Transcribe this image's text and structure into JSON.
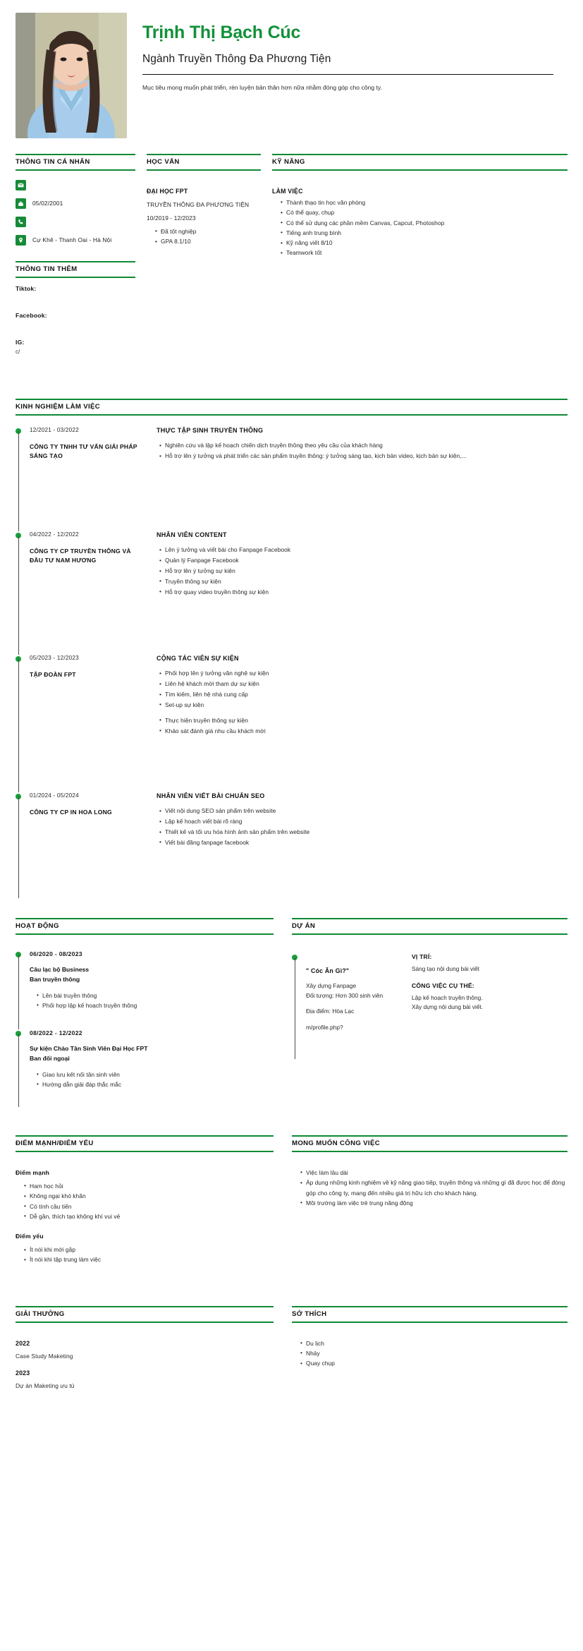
{
  "theme": {
    "accent_green": "#0f8a36",
    "name_green": "#13913a",
    "dot_green": "#17a03c",
    "text_dark": "#111111"
  },
  "header": {
    "full_name": "Trịnh Thị Bạch Cúc",
    "job_title": "Ngành Truyền Thông Đa Phương Tiện",
    "summary": "Mục tiêu mong muốn phát triển, rèn luyện bản thân hơn nữa nhằm đóng góp cho công ty."
  },
  "personal_info": {
    "heading": "THÔNG TIN CÁ NHÂN",
    "rows": [
      {
        "icon": "envelope-icon",
        "label": "email",
        "value": ""
      },
      {
        "icon": "cake-icon",
        "label": "birthday",
        "value": "05/02/2001"
      },
      {
        "icon": "phone-icon",
        "label": "phone",
        "value": ""
      },
      {
        "icon": "location-pin-icon",
        "label": "address",
        "value": "Cự Khê - Thanh Oai - Hà Nội"
      }
    ]
  },
  "extra_info": {
    "heading": "THÔNG TIN THÊM",
    "items": [
      {
        "label": "Tiktok:",
        "value": ""
      },
      {
        "label": "Facebook:",
        "value": ""
      },
      {
        "label": "IG:",
        "value": ""
      },
      {
        "label": "",
        "value": "c/"
      }
    ]
  },
  "education": {
    "heading": "HỌC VẤN",
    "school": "ĐẠI HỌC FPT",
    "major": "TRUYỀN THÔNG ĐA PHƯƠNG TIỆN",
    "dates": "10/2019 - 12/2023",
    "bullets": [
      "Đã tốt nghiệp",
      "GPA 8.1/10"
    ]
  },
  "skills": {
    "heading": "KỸ NĂNG",
    "group_title": "LÀM VIỆC",
    "items": [
      "Thành thạo tin học văn phòng",
      "Có thể quay, chụp",
      "Có thể sử dụng các phần mềm Canvas, Capcut, Photoshop",
      "Tiếng anh trung bình",
      "Kỹ năng viết 8/10",
      "Teamwork tốt"
    ]
  },
  "experience": {
    "heading": "KINH NGHIỆM LÀM VIỆC",
    "items": [
      {
        "dates": "12/2021 - 03/2022",
        "org": "CÔNG TY TNHH TƯ VẤN GIẢI PHÁP SÁNG TẠO",
        "role": "THỰC TẬP SINH TRUYỀN THÔNG",
        "bullets": [
          "Nghiên cứu và lập kế hoạch chiến dịch truyền thông theo yêu cầu của khách hàng",
          "Hỗ trợ lên ý tưởng và phát triển các sản phẩm truyền thông: ý tưởng sáng tạo, kịch bản video, kịch bản sự kiện,..."
        ]
      },
      {
        "dates": "04/2022 - 12/2022",
        "org": "CÔNG TY CP TRUYỀN THÔNG VÀ ĐẦU TƯ NAM HƯƠNG",
        "role": "NHÂN VIÊN CONTENT",
        "bullets": [
          "Lên ý tưởng và viết bài cho Fanpage Facebook",
          "Quản lý Fanpage Facebook",
          "Hỗ trợ lên ý tưởng sự kiện",
          "Truyền thông sự kiện",
          "Hỗ trợ quay video truyền thông sự kiện"
        ]
      },
      {
        "dates": "05/2023 - 12/2023",
        "org": "TẬP ĐOÀN FPT",
        "role": "CỘNG TÁC VIÊN SỰ KIỆN",
        "bullets": [
          "Phối hợp lên ý tưởng văn nghệ sự kiện",
          "Liên hệ khách mời tham dự sự kiện",
          "Tìm kiếm, liên hệ nhà cung cấp",
          "Set-up sự kiện"
        ],
        "bullets2": [
          "Thực hiện truyền thông sự kiện",
          "Khảo sát đánh giá nhu cầu khách mời"
        ]
      },
      {
        "dates": "01/2024 - 05/2024",
        "org": "CÔNG TY CP IN HOA LONG",
        "role": "NHÂN VIÊN VIẾT BÀI CHUẨN SEO",
        "bullets": [
          "Viết nội dung SEO sản phẩm trên website",
          "Lập kế hoạch viết bài rõ ràng",
          "Thiết kế và tối ưu hóa hình ảnh sản phẩm trên website",
          "Viết bài đăng fanpage facebook"
        ]
      }
    ]
  },
  "activities": {
    "heading": "HOẠT ĐỘNG",
    "items": [
      {
        "dates": "06/2020 - 08/2023",
        "name_line1": "Câu lạc bộ Business",
        "name_line2": "Ban truyền thông",
        "bullets": [
          "Lên bài truyền thông",
          "Phối hợp lập kế hoạch truyền thông"
        ]
      },
      {
        "dates": "08/2022 - 12/2022",
        "name_line1": "Sự kiện Chào Tân Sinh Viên Đại Học FPT",
        "name_line2": "Ban đối ngoại",
        "bullets": [
          "Giao lưu kết nối tân sinh viên",
          "Hướng dẫn giải đáp thắc mắc"
        ]
      }
    ]
  },
  "projects": {
    "heading": "DỰ ÁN",
    "item": {
      "title": "\" Cóc Ăn Gì?\"",
      "lines": [
        "Xây dựng Fanpage",
        "Đối tượng: Hơn 300 sinh viên"
      ],
      "location": "Địa điểm: Hòa Lạc",
      "url": "m/profile.php?",
      "position_label": "VỊ TRÍ:",
      "position_value": "Sáng tạo nội dung bài viết",
      "duties_label": "CÔNG VIỆC CỤ THỂ:",
      "duties_value": "Lập kế hoạch truyền thông.\nXây dựng nội dung bài viết."
    }
  },
  "strengths_weaknesses": {
    "heading": "ĐIỂM MẠNH/ĐIỂM YẾU",
    "strength_title": "Điểm mạnh",
    "strengths": [
      "Ham học hỏi",
      "Không ngại khó khăn",
      "Có tính cầu tiến",
      "Dễ gần, thích tạo không khí vui vẻ"
    ],
    "weakness_title": "Điểm yếu",
    "weaknesses": [
      "Ít nói khi mới gặp",
      "Ít nói khi tập trung làm việc"
    ]
  },
  "job_wishes": {
    "heading": "MONG MUỐN CÔNG VIỆC",
    "items": [
      "Việc làm lâu dài",
      "Áp dụng những kinh nghiệm về kỹ năng giao tiếp, truyền thông và những gì đã được học để đóng góp cho công ty, mang đến nhiều giá trị hữu ích cho khách hàng.",
      "Môi trường làm việc trẻ trung năng động"
    ]
  },
  "awards": {
    "heading": "GIẢI THƯỞNG",
    "items": [
      {
        "year": "2022",
        "name": "Case Study Maketing"
      },
      {
        "year": "2023",
        "name": "Dự án Maketing ưu tú"
      }
    ]
  },
  "hobbies": {
    "heading": "SỞ THÍCH",
    "items": [
      "Du lịch",
      "Nhảy",
      "Quay chụp"
    ]
  }
}
